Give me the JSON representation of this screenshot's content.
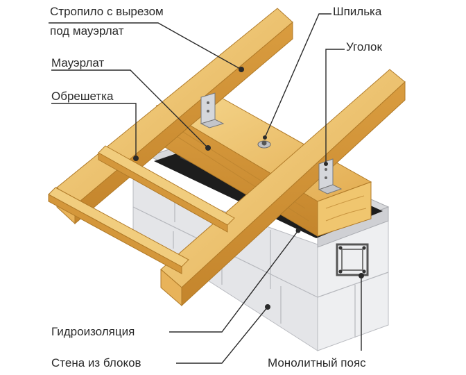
{
  "labels": {
    "rafter_line1": "Стропило с вырезом",
    "rafter_line2": "под мауэрлат",
    "mauerlat": "Мауэрлат",
    "lathing": "Обрешетка",
    "stud": "Шпилька",
    "angle": "Уголок",
    "waterproofing": "Гидроизоляция",
    "block_wall": "Стена из блоков",
    "monolithic_belt": "Монолитный пояс"
  },
  "colors": {
    "wood_light": "#f2c873",
    "wood_mid": "#e2a94c",
    "wood_dark": "#c98d34",
    "block_top": "#f1f1f3",
    "block_side": "#d9dadd",
    "block_front": "#e8e9ec",
    "waterproofing": "#1d1d1d",
    "text": "#2a2a2a"
  }
}
